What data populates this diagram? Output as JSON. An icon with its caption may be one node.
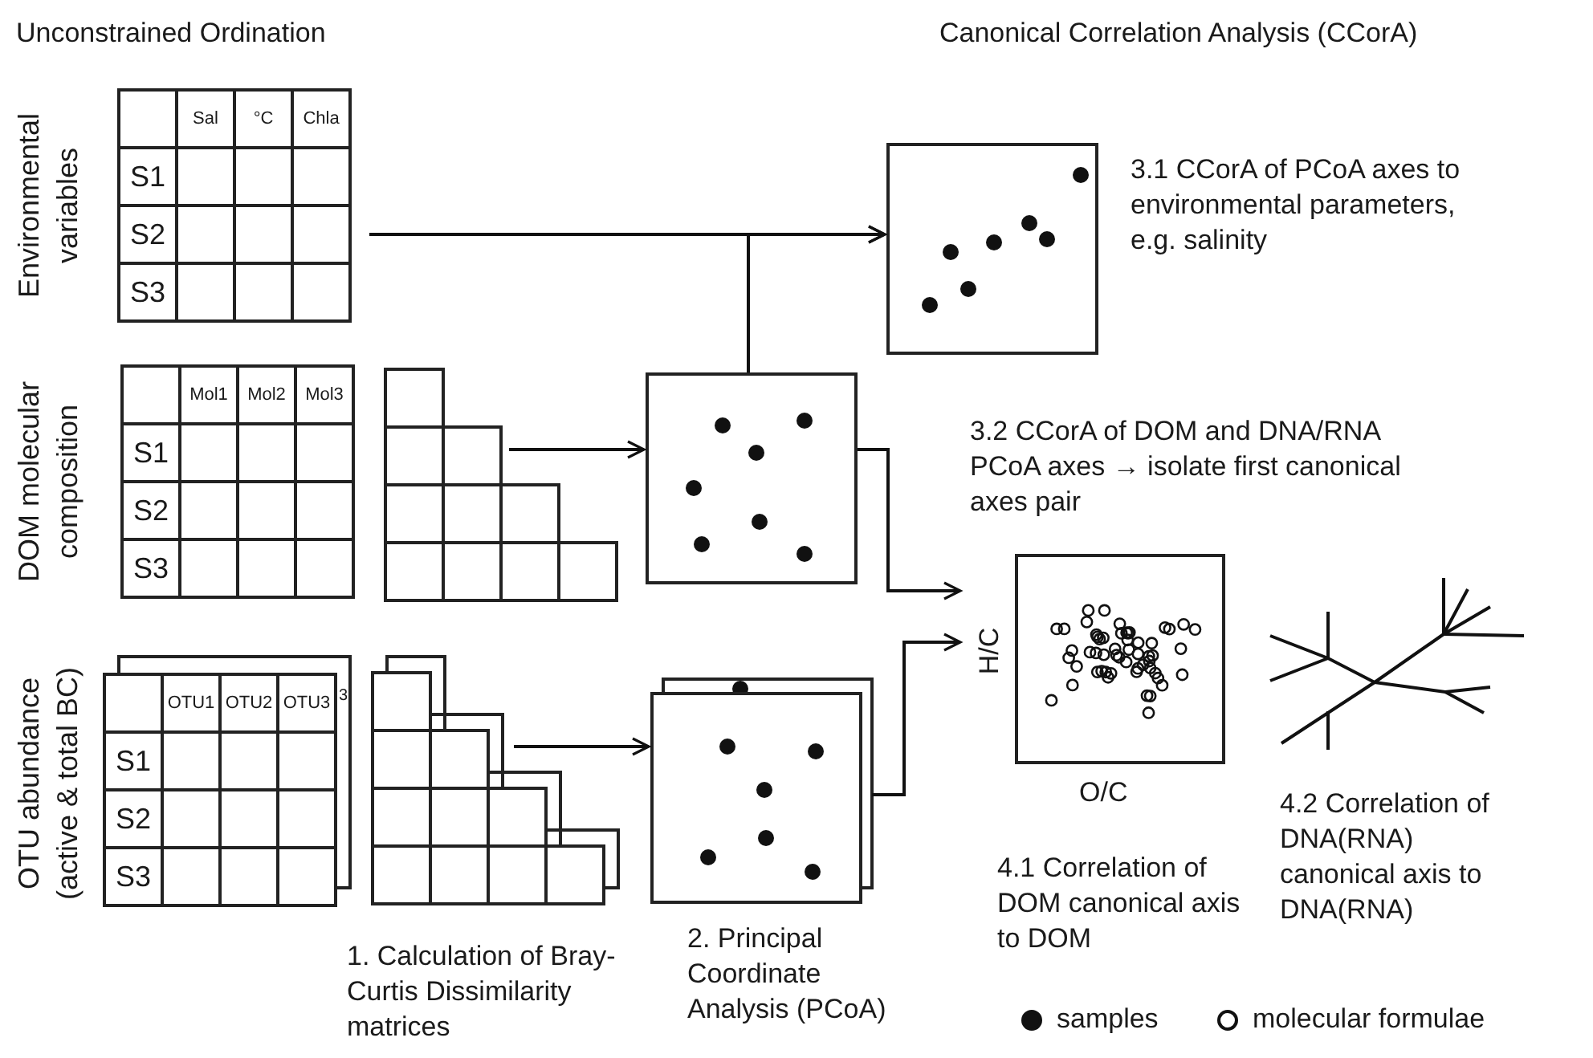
{
  "diagram": {
    "nodes": [
      {
        "text": [
          "Sal",
          "°C",
          "Chla",
          "S1",
          "S2",
          "S3"
        ],
        "beside": [
          "Environmental variables"
        ]
      },
      {
        "text": [
          "Mol1",
          "Mol2",
          "Mol3",
          "S1",
          "S2",
          "S3"
        ],
        "beside": [
          "DOM molecular composition"
        ]
      },
      {
        "text": [],
        "shape": "grid"
      },
      {
        "text": [],
        "shape": "box"
      },
      {
        "text": [
          "OTU1",
          "OTU2",
          "OTU3",
          "S1",
          "S2",
          "S3"
        ],
        "beside": [
          "OTU abundance (active & total BC)"
        ]
      },
      {
        "text": [],
        "shape": "grid",
        "beside": [
          "1. Calculation of Bray-Curtis Dissimilarity matrices"
        ]
      },
      {
        "text": [],
        "shape": "box",
        "beside": [
          "2. Principal Coordinate Analysis (PCoA)"
        ]
      },
      {
        "text": [],
        "shape": "box",
        "beside": [
          "3.1 CCorA of PCoA axes to environmental parameters, e.g. salinity"
        ]
      },
      {
        "text": [],
        "shape": "box",
        "beside": [
          "H/C",
          "O/C",
          "4.1 Correlation of DOM canonical axis to DOM"
        ]
      },
      {
        "text": [],
        "shape": "picture",
        "beside": [
          "4.2 Correlation of DNA(RNA) canonical axis to DNA(RNA)"
        ]
      }
    ],
    "edges": [
      {
        "from": 0,
        "to": 7,
        "arrow": "to"
      },
      {
        "from": 3,
        "to": 7,
        "arrow": "to"
      },
      {
        "from": 2,
        "to": 3,
        "arrow": "to"
      },
      {
        "from": 5,
        "to": 6,
        "arrow": "to"
      },
      {
        "from": 3,
        "to": 8,
        "arrow": "to"
      },
      {
        "from": 6,
        "to": 8,
        "arrow": "to"
      }
    ],
    "labels": [
      "Unconstrained Ordination",
      "Canonical Correlation Analysis (CCorA)",
      "3.2  CCorA of DOM and DNA/RNA PCoA axes → isolate first canonical axes pair",
      "3"
    ],
    "legend": [
      {
        "text": "samples"
      },
      {
        "text": "molecular formulae"
      }
    ]
  }
}
